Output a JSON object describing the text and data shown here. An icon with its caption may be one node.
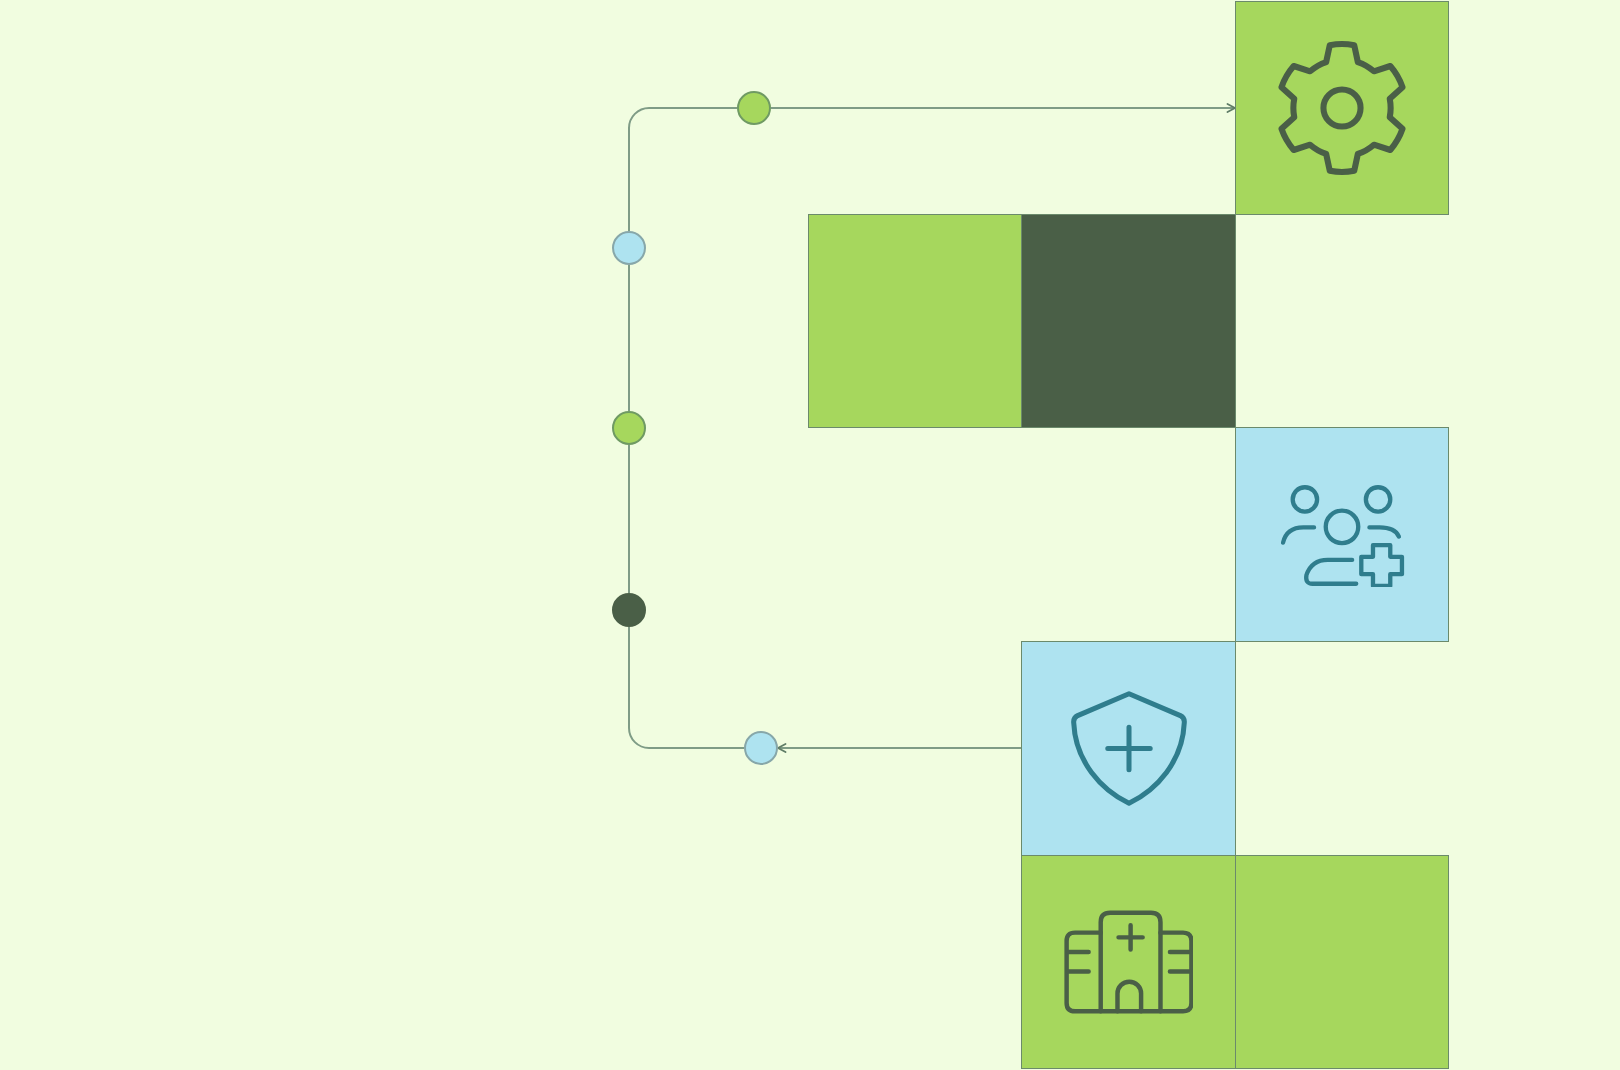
{
  "diagram": {
    "nodes": [
      {
        "text": [],
        "shape": "box"
      },
      {
        "text": [],
        "shape": "circle"
      },
      {
        "text": [],
        "shape": "circle"
      },
      {
        "text": [],
        "shape": "box"
      },
      {
        "text": [],
        "shape": "box"
      },
      {
        "text": [],
        "shape": "circle"
      },
      {
        "text": [],
        "shape": "box"
      },
      {
        "text": [],
        "shape": "circle"
      },
      {
        "text": [],
        "shape": "box"
      },
      {
        "text": [],
        "shape": "circle"
      },
      {
        "text": [],
        "shape": "box"
      },
      {
        "text": [],
        "shape": "box"
      }
    ],
    "edges": [
      {
        "from": 8,
        "to": 9,
        "arrow": "to"
      },
      {
        "from": 9,
        "to": 7,
        "arrow": "none"
      },
      {
        "from": 7,
        "to": 5,
        "arrow": "none"
      },
      {
        "from": 5,
        "to": 2,
        "arrow": "none"
      },
      {
        "from": 2,
        "to": 1,
        "arrow": "none"
      },
      {
        "from": 1,
        "to": 0,
        "arrow": "to"
      }
    ]
  }
}
